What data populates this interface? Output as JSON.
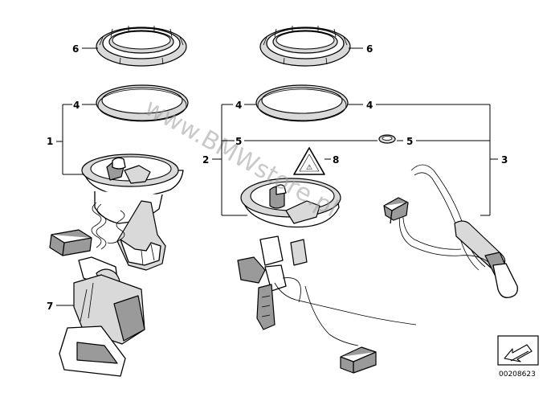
{
  "diagram": {
    "callouts": {
      "c1": "1",
      "c2": "2",
      "c3": "3",
      "c4a": "4",
      "c4b": "4",
      "c4c": "4",
      "c5a": "5",
      "c5b": "5",
      "c6a": "6",
      "c6b": "6",
      "c7": "7",
      "c8": "8"
    },
    "watermark": "www.BMWstore.pl",
    "reference_number": "00208623",
    "icons": [
      "warning-triangle-icon",
      "catalog-arrow-icon"
    ]
  }
}
